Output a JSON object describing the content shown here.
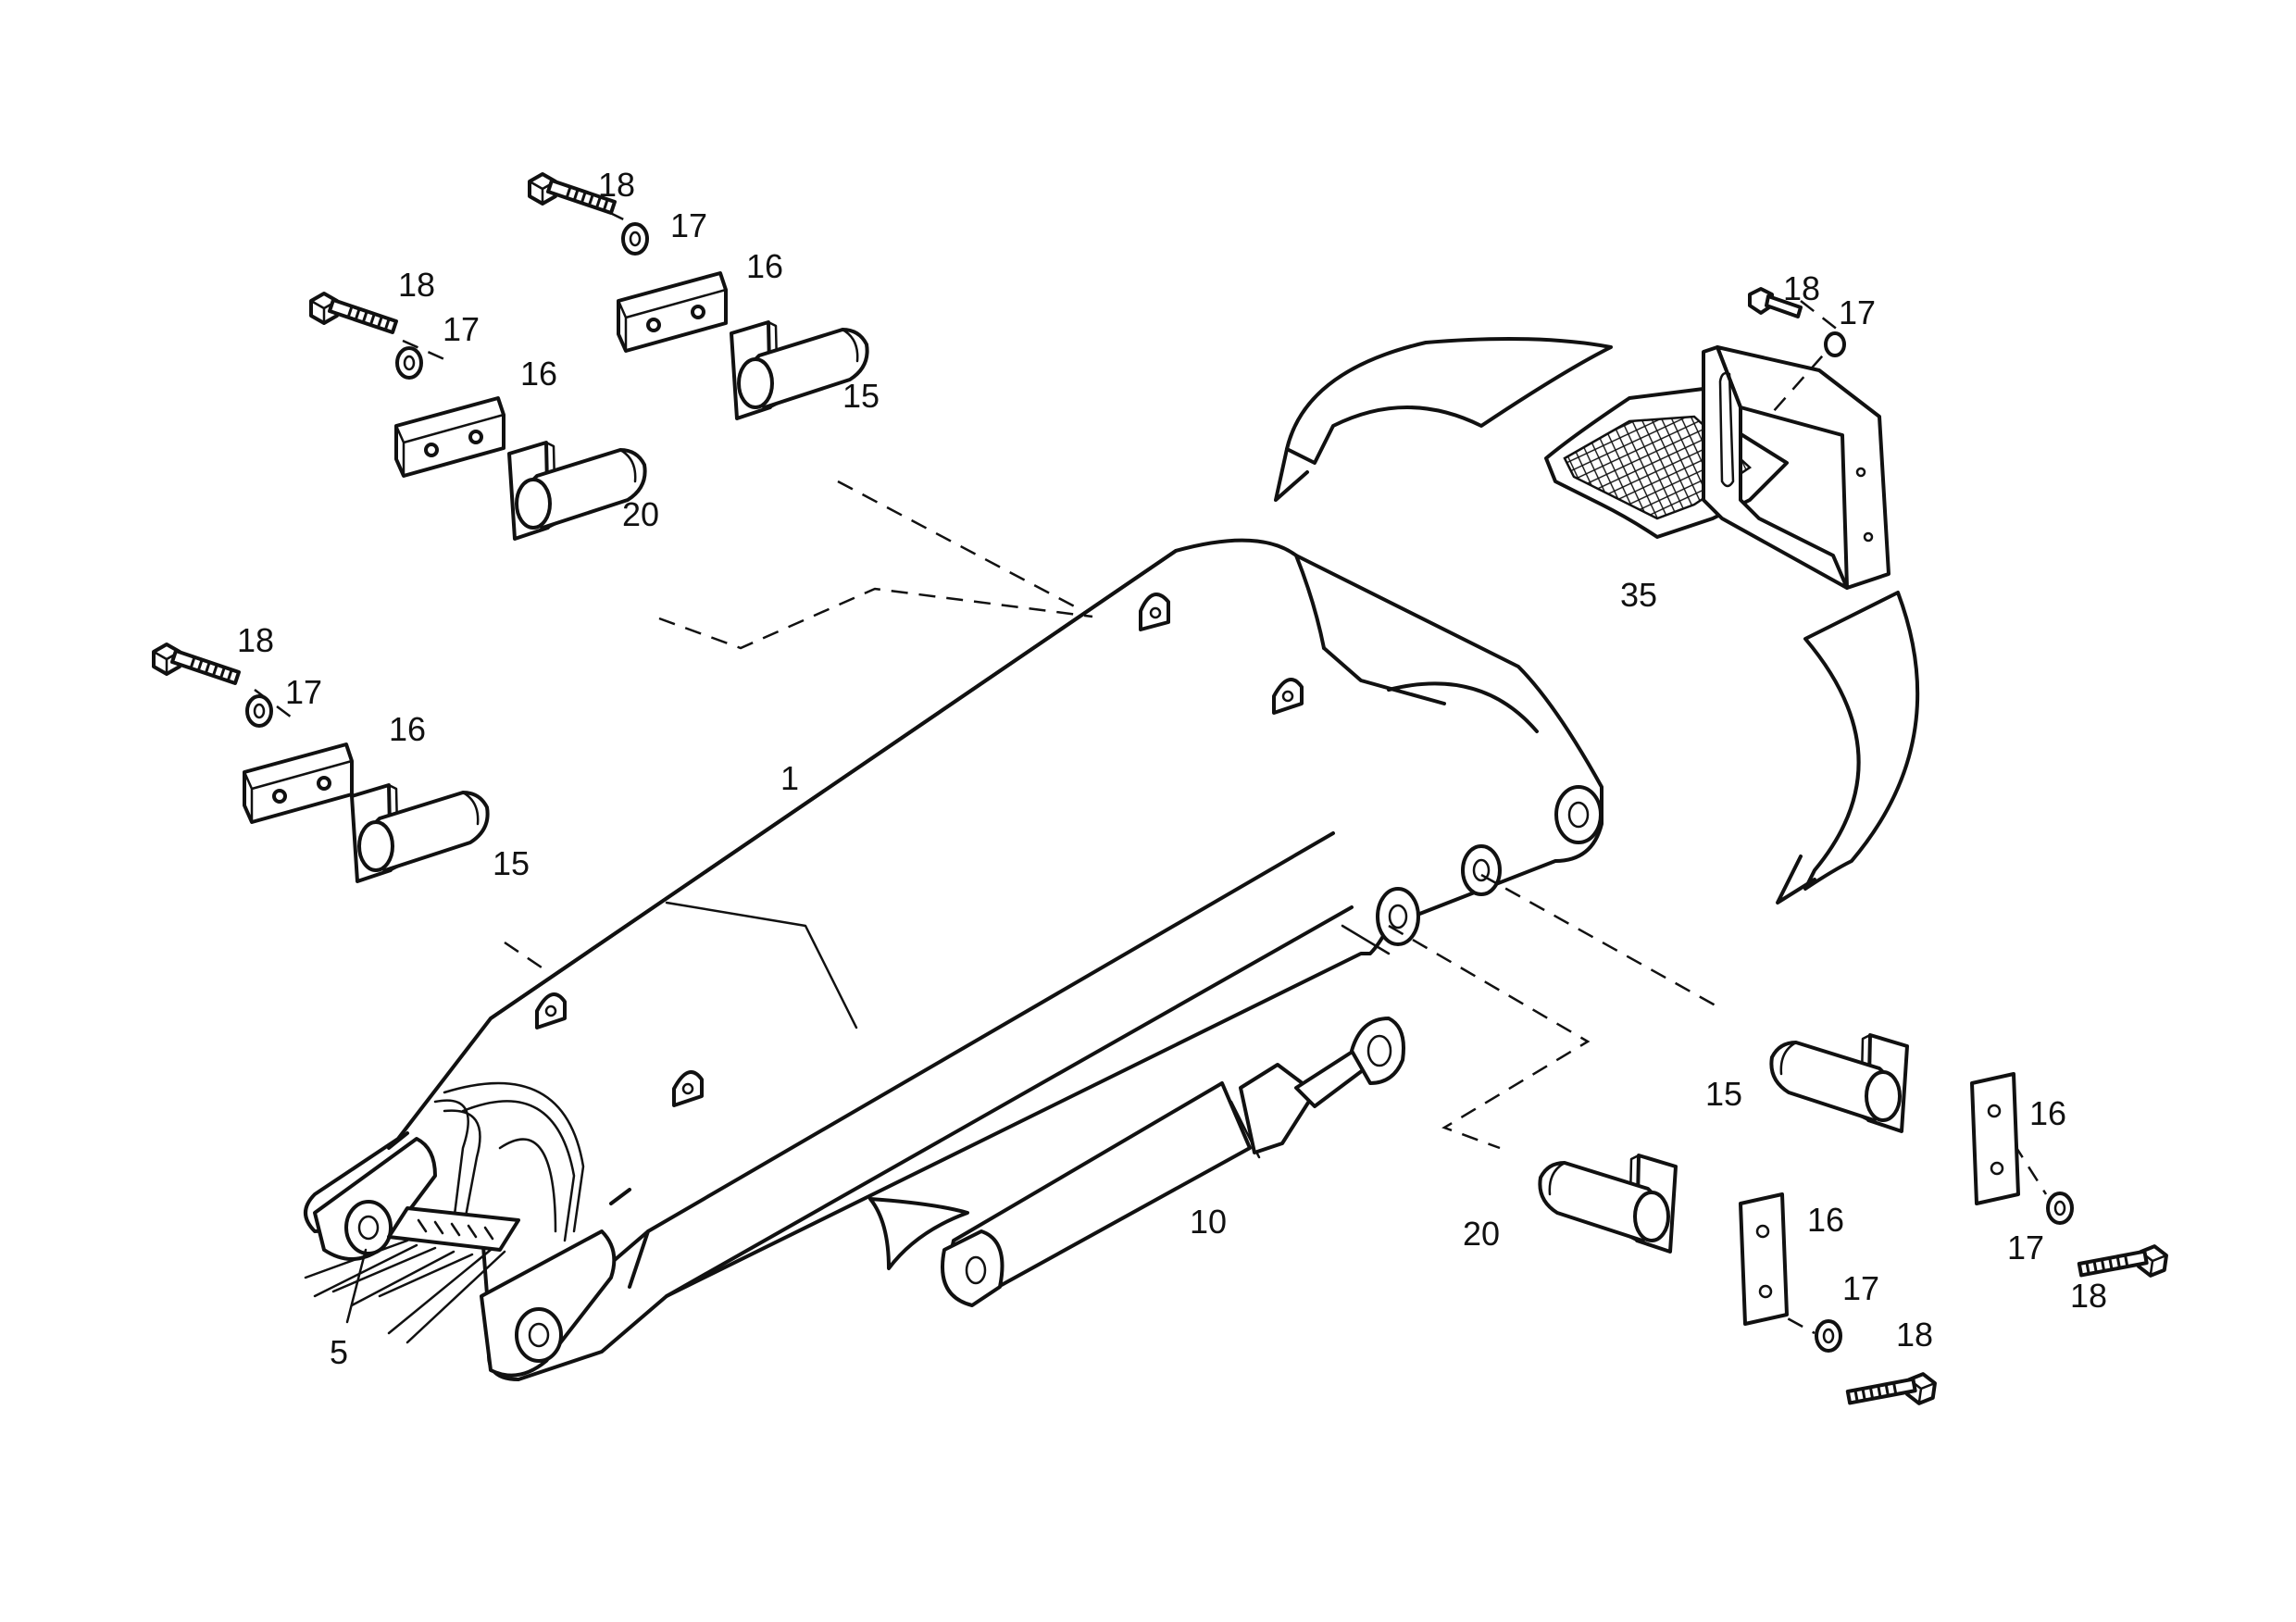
{
  "callouts": {
    "boom": "1",
    "harness": "5",
    "cylinder": "10",
    "pin_left_upper": "15",
    "pin_left_lower": "15",
    "pin_right": "15",
    "pin_left_mid": "20",
    "pin_right_lower": "20",
    "plate_a": "16",
    "plate_b": "16",
    "plate_c": "16",
    "plate_d": "16",
    "plate_e": "16",
    "washer_a": "17",
    "washer_b": "17",
    "washer_c": "17",
    "washer_d": "17",
    "washer_e": "17",
    "washer_f": "17",
    "bolt_a": "18",
    "bolt_b": "18",
    "bolt_c": "18",
    "bolt_d": "18",
    "bolt_e": "18",
    "bolt_f": "18",
    "step": "35"
  }
}
